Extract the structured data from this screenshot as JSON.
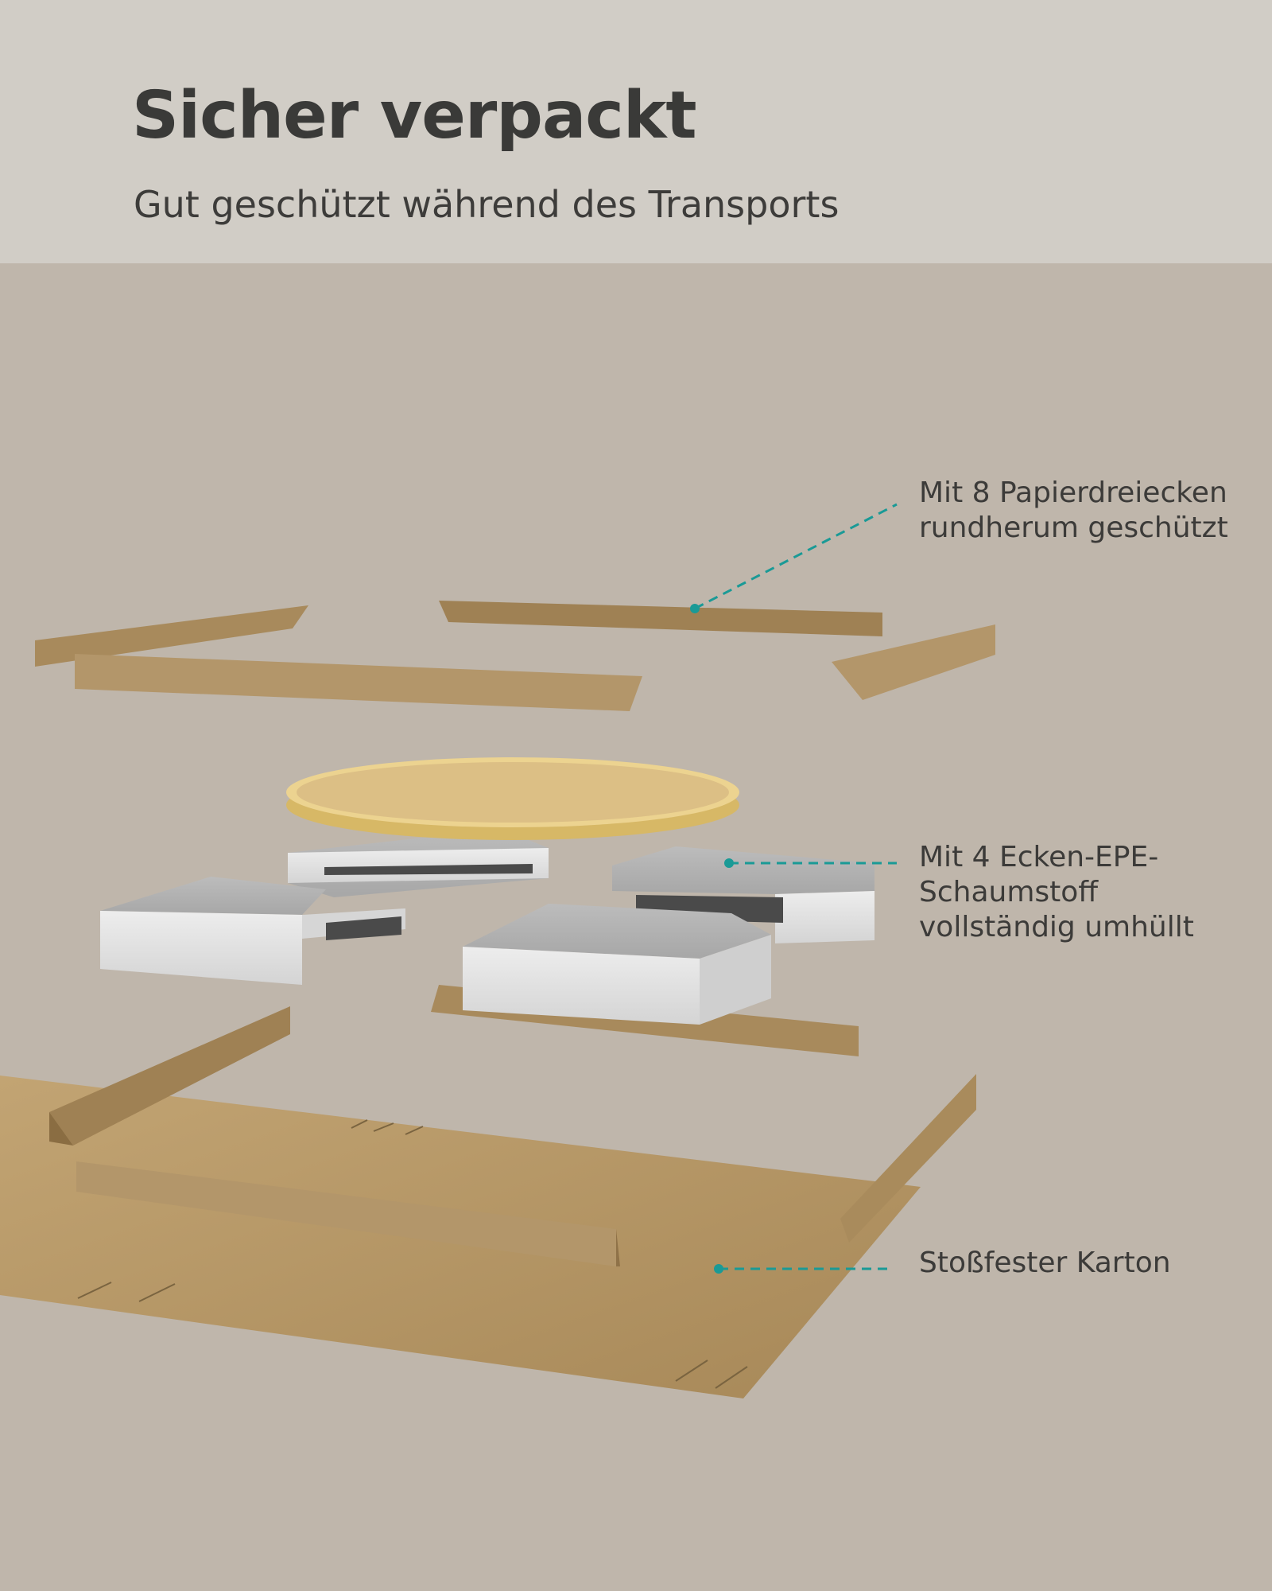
{
  "header": {
    "title": "Sicher verpackt",
    "subtitle": "Gut geschützt während des Transports"
  },
  "callouts": [
    {
      "lines": [
        "Mit 8 Papierdreiecken",
        "rundherum geschützt"
      ]
    },
    {
      "lines": [
        "Mit 4 Ecken-EPE-",
        "Schaumstoff",
        "vollständig umhüllt"
      ]
    },
    {
      "lines": [
        "Stoßfester Karton"
      ]
    }
  ],
  "colors": {
    "header_bg": "#d1cdc6",
    "stage_bg": "#bfb6ab",
    "cardboard": "#b79a6a",
    "foam": "#dcdcdc",
    "gold_ring": "#e0c27a",
    "leader_line": "#1a9a96"
  }
}
